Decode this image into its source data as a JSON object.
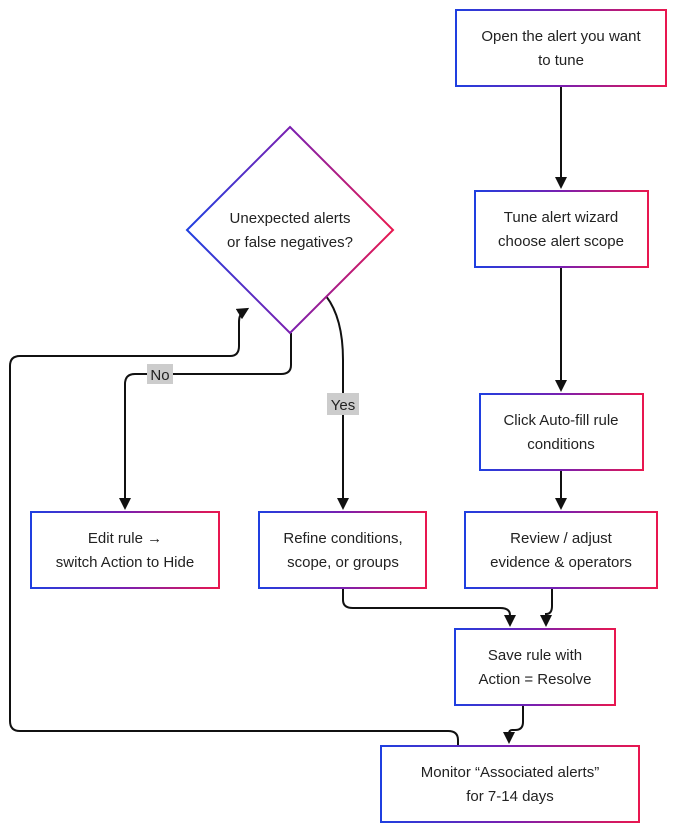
{
  "colors": {
    "gradient_start": "#1f3fe0",
    "gradient_mid": "#7a1fb0",
    "gradient_end": "#e8174f",
    "edge": "#111111",
    "label_bg": "#cccccc",
    "text": "#222222"
  },
  "nodes": {
    "open_alert": {
      "line1": "Open the alert you want",
      "line2": "to tune"
    },
    "tune_wizard": {
      "line1": "Tune alert wizard",
      "line2": "choose alert scope"
    },
    "auto_fill": {
      "line1": "Click Auto-fill rule",
      "line2": "conditions"
    },
    "review": {
      "line1": "Review / adjust",
      "line2": "evidence & operators"
    },
    "save_rule": {
      "line1": "Save rule with",
      "line2": "Action = Resolve"
    },
    "monitor": {
      "line1": "Monitor “Associated alerts”",
      "line2": "for 7-14 days"
    },
    "decision": {
      "line1": "Unexpected alerts",
      "line2": "or false negatives?"
    },
    "edit_rule": {
      "line1": "Edit rule →",
      "line2": "switch Action to Hide"
    },
    "refine": {
      "line1": "Refine conditions,",
      "line2": "scope, or groups"
    }
  },
  "edge_labels": {
    "no": "No",
    "yes": "Yes"
  }
}
